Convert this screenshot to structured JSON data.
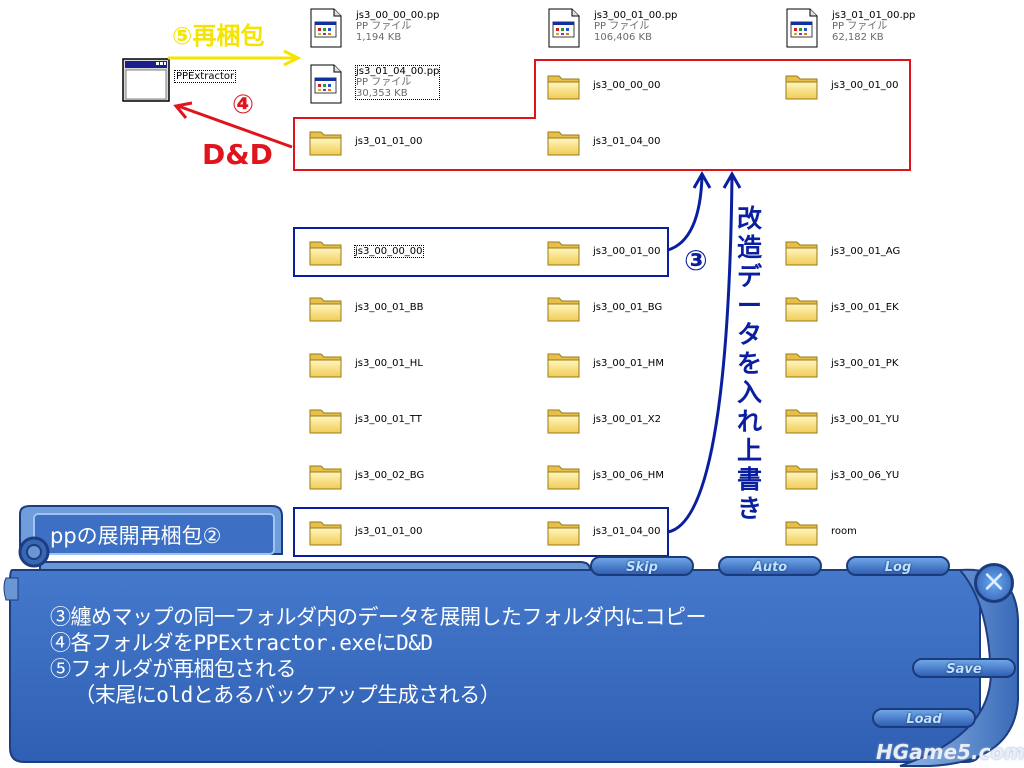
{
  "files": [
    {
      "name": "js3_00_00_00.pp",
      "type": "PP ファイル",
      "size": "1,194 KB"
    },
    {
      "name": "js3_00_01_00.pp",
      "type": "PP ファイル",
      "size": "106,406 KB"
    },
    {
      "name": "js3_01_01_00.pp",
      "type": "PP ファイル",
      "size": "62,182 KB"
    },
    {
      "name": "js3_01_04_00.pp",
      "type": "PP ファイル",
      "size": "30,353 KB"
    }
  ],
  "exe": {
    "label": "PPExtractor"
  },
  "top_folders": [
    "js3_00_00_00",
    "js3_00_01_00",
    "js3_01_01_00",
    "js3_01_04_00"
  ],
  "folders": [
    "js3_00_00_00",
    "js3_00_01_00",
    "js3_00_01_AG",
    "js3_00_01_BB",
    "js3_00_01_BG",
    "js3_00_01_EK",
    "js3_00_01_HL",
    "js3_00_01_HM",
    "js3_00_01_PK",
    "js3_00_01_TT",
    "js3_00_01_X2",
    "js3_00_01_YU",
    "js3_00_02_BG",
    "js3_00_06_HM",
    "js3_00_06_YU",
    "js3_01_01_00",
    "js3_01_04_00",
    "room"
  ],
  "annotations": {
    "repack": "⑤再梱包",
    "step4": "④",
    "dd": "D&D",
    "step3": "③",
    "vertical": "改造データを入れ上書き"
  },
  "dialog": {
    "title": "ppの展開再梱包②",
    "lines": [
      "③纏めマップの同一フォルダ内のデータを展開したフォルダ内にコピー",
      "④各フォルダをPPExtractor.exeにD&D",
      "⑤フォルダが再梱包される",
      "  （末尾にoldとあるバックアップ生成される）"
    ],
    "buttons": {
      "skip": "Skip",
      "auto": "Auto",
      "log": "Log",
      "save": "Save",
      "load": "Load",
      "close": "×"
    }
  },
  "watermark": "HGame5.com",
  "colors": {
    "red": "#e0141c",
    "blue": "#0a1ea0",
    "yellow": "#f4e400",
    "dialog": "#3c6fc2"
  }
}
